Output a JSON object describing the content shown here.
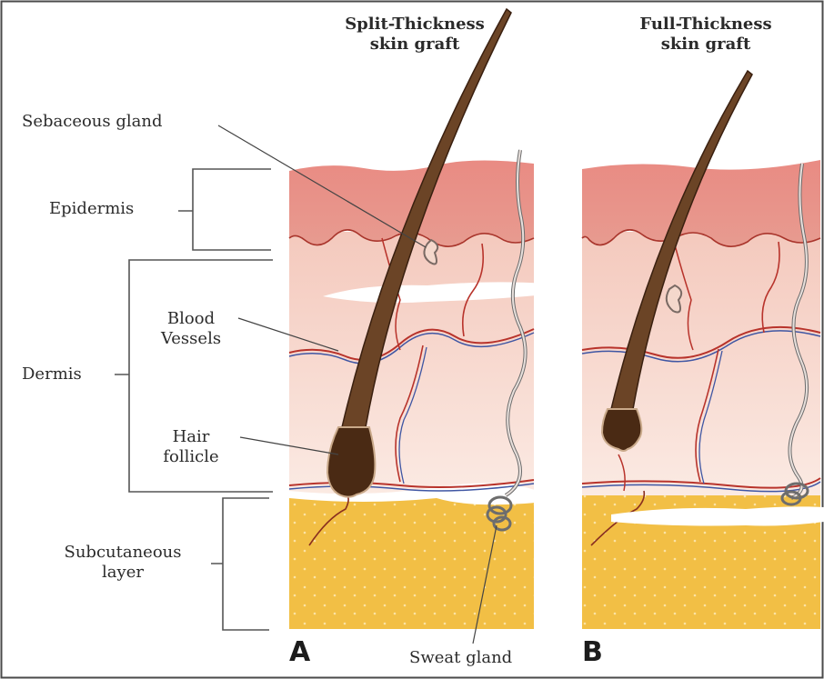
{
  "titles": {
    "split_line1": "Split-Thickness",
    "split_line2": "skin graft",
    "full_line1": "Full-Thickness",
    "full_line2": "skin graft"
  },
  "labels": {
    "sebaceous_gland": "Sebaceous gland",
    "epidermis": "Epidermis",
    "blood_vessels_line1": "Blood",
    "blood_vessels_line2": "Vessels",
    "dermis": "Dermis",
    "hair_follicle_line1": "Hair",
    "hair_follicle_line2": "follicle",
    "subcutaneous_line1": "Subcutaneous",
    "subcutaneous_line2": "layer",
    "sweat_gland": "Sweat gland"
  },
  "panels": {
    "a": "A",
    "b": "B"
  },
  "colors": {
    "epidermis": "#e88f86",
    "dermis_top": "#f6cfc3",
    "dermis_bottom": "#fbe9e2",
    "subcutaneous": "#f2bf45",
    "hair": "#4a2a14",
    "artery": "#b8332b",
    "vein": "#3f56a3"
  }
}
